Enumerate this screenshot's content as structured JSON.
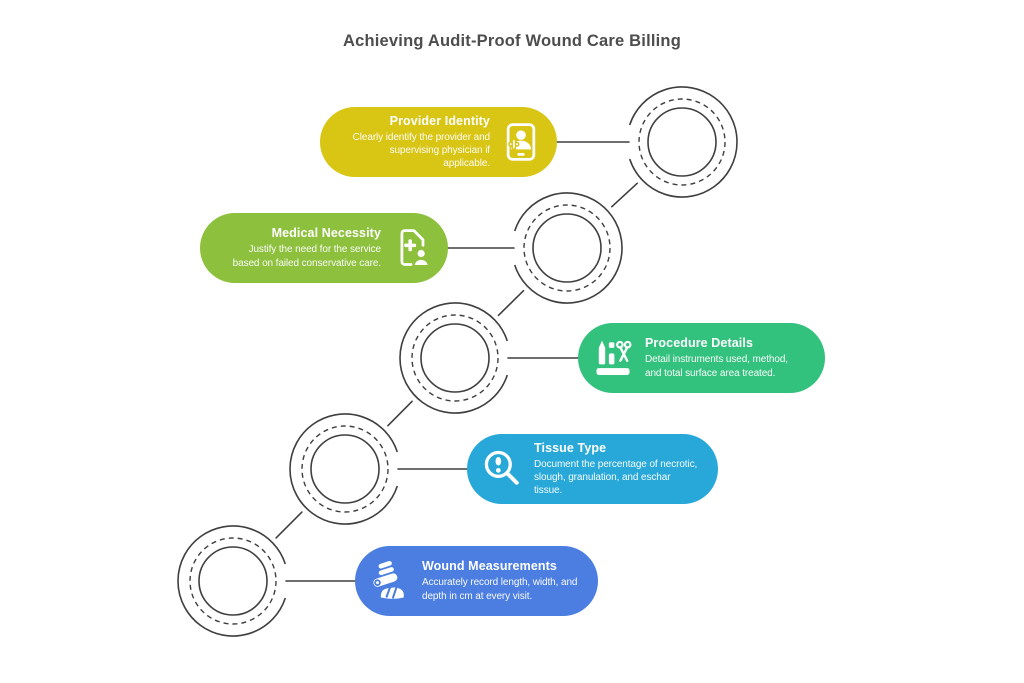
{
  "title": "Achieving Audit-Proof Wound Care Billing",
  "steps": [
    {
      "label": "Provider Identity",
      "description": "Clearly identify the provider and supervising physician if applicable.",
      "color": "#d8c514",
      "icon": "id-badge-icon"
    },
    {
      "label": "Medical Necessity",
      "description": "Justify the need for the service based on failed conservative care.",
      "color": "#8dc03d",
      "icon": "medical-file-icon"
    },
    {
      "label": "Procedure Details",
      "description": "Detail instruments used, method, and total surface area treated.",
      "color": "#33c17e",
      "icon": "surgical-instruments-icon"
    },
    {
      "label": "Tissue Type",
      "description": "Document the percentage of necrotic, slough, granulation, and eschar tissue.",
      "color": "#27a8d9",
      "icon": "magnifier-alert-icon"
    },
    {
      "label": "Wound Measurements",
      "description": "Accurately record length, width, and depth in cm at every visit.",
      "color": "#4b7ee0",
      "icon": "bandaged-foot-icon"
    }
  ],
  "colors": {
    "background": "#ffffff",
    "connector": "#3f3f3f",
    "title_text": "#4d4d4d",
    "pill_text": "#ffffff"
  }
}
